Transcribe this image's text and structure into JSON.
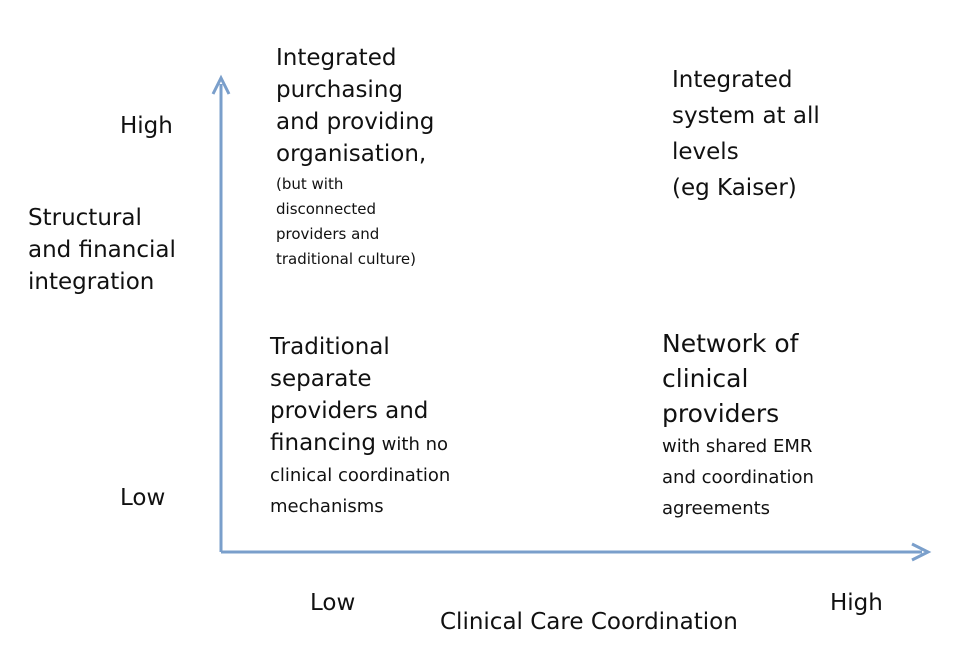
{
  "axes": {
    "y_title": [
      "Structural",
      "and financial",
      "integration"
    ],
    "y_high": "High",
    "y_low": "Low",
    "x_title": "Clinical Care Coordination",
    "x_low": "Low",
    "x_high": "High",
    "axis_color": "#7a9fcb"
  },
  "quadrants": {
    "top_left": {
      "lines": [
        "Integrated",
        "purchasing",
        "and providing",
        "organisation,"
      ],
      "note_lines": [
        "(but with",
        "disconnected",
        "providers and",
        "traditional culture)"
      ]
    },
    "top_right": {
      "lines": [
        "Integrated",
        "system at all",
        "levels",
        "(eg Kaiser)"
      ]
    },
    "bottom_left": {
      "lines": [
        "Traditional",
        "separate",
        "providers and"
      ],
      "line4_big": "financing",
      "line4_small": " with no",
      "note_lines": [
        "clinical coordination",
        "mechanisms"
      ]
    },
    "bottom_right": {
      "lines": [
        "Network of",
        "clinical",
        "providers"
      ],
      "note_lines": [
        "with shared EMR",
        "and coordination",
        "agreements"
      ]
    }
  }
}
